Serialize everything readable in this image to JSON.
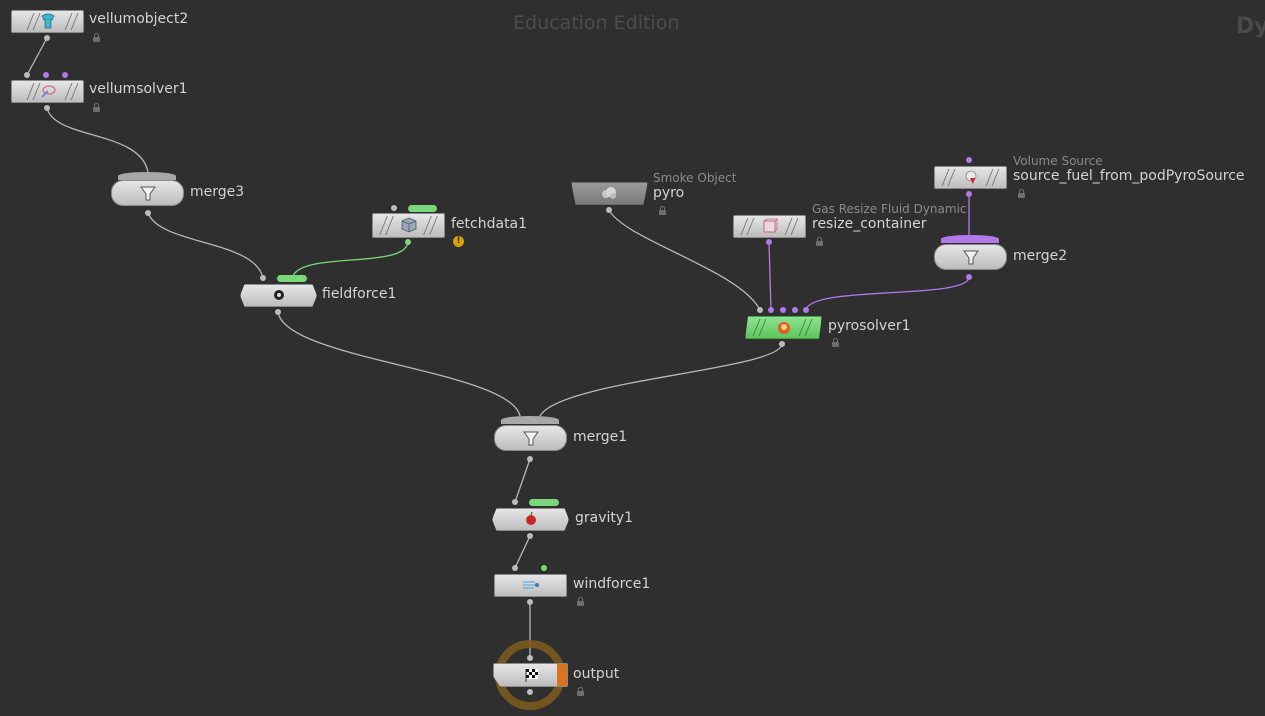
{
  "watermark": "Education Edition",
  "corner_label": "Dy",
  "colors": {
    "background": "#2f2f2f",
    "wire": "#b8b8b8",
    "wire_purple": "#b27ae8",
    "wire_green": "#7ad87a",
    "node_green": "#6fd06f",
    "display_flag": "#d9731f",
    "output_ring": "#7a5a1e"
  },
  "nodes": {
    "vellumobject2": {
      "name": "vellumobject2",
      "icon": "shirt-icon"
    },
    "vellumsolver1": {
      "name": "vellumsolver1",
      "icon": "vellum-solver-icon"
    },
    "merge3": {
      "name": "merge3",
      "icon": "funnel-icon"
    },
    "fetchdata1": {
      "name": "fetchdata1",
      "icon": "cube-icon",
      "warning": "!"
    },
    "fieldforce1": {
      "name": "fieldforce1",
      "icon": "field-icon"
    },
    "pyro": {
      "name": "pyro",
      "subtitle": "Smoke Object",
      "icon": "smoke-icon"
    },
    "resize_container": {
      "name": "resize_container",
      "subtitle": "Gas Resize Fluid Dynamic",
      "icon": "box-icon"
    },
    "source_fuel": {
      "name": "source_fuel_from_podPyroSource",
      "subtitle": "Volume Source",
      "icon": "volume-source-icon"
    },
    "merge2": {
      "name": "merge2",
      "icon": "funnel-icon"
    },
    "pyrosolver1": {
      "name": "pyrosolver1",
      "icon": "fire-icon"
    },
    "merge1": {
      "name": "merge1",
      "icon": "funnel-icon"
    },
    "gravity1": {
      "name": "gravity1",
      "icon": "apple-icon"
    },
    "windforce1": {
      "name": "windforce1",
      "icon": "wind-icon"
    },
    "output": {
      "name": "output",
      "icon": "checkered-flag-icon"
    }
  }
}
